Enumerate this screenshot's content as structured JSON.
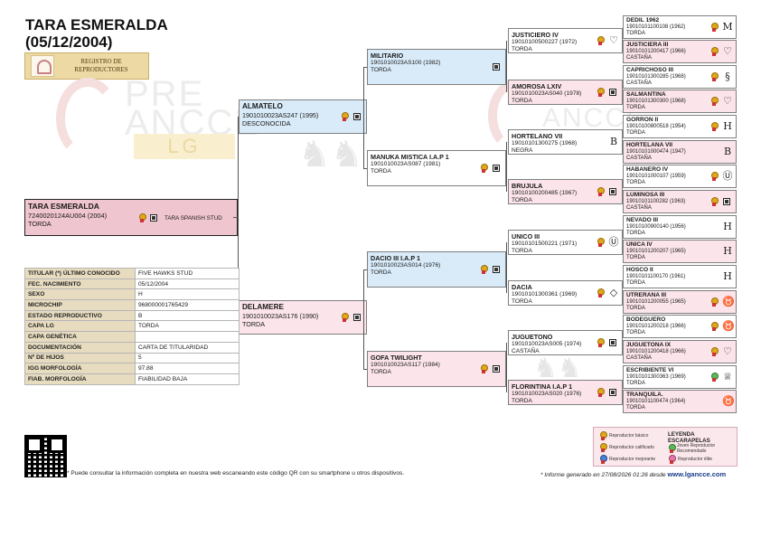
{
  "header": {
    "title": "TARA ESMERALDA",
    "date": "(05/12/2004)",
    "logo_caption": "REGISTRO DE REPRODUCTORES"
  },
  "watermark": {
    "line1": "PRE",
    "line2": "ANCCE",
    "line3": "LG"
  },
  "subject": {
    "name": "TARA ESMERALDA",
    "reg": "7240020124AU004 (2004)",
    "sex": "TORDA",
    "breeder": "TARA SPANISH STUD"
  },
  "gen1": [
    {
      "name": "ALMATELO",
      "reg": "1901010023AS247 (1995)",
      "color": "DESCONOCIDA"
    },
    {
      "name": "DELAMERE",
      "reg": "1901010023AS176 (1990)",
      "color": "TORDA"
    }
  ],
  "gen2": [
    {
      "name": "MILITARIO",
      "reg": "1901010023AS100 (1982)",
      "color": "TORDA"
    },
    {
      "name": "MANUKA MISTICA I.A.P 1",
      "reg": "1901010023AS087 (1981)",
      "color": "TORDA"
    },
    {
      "name": "DACIO III I.A.P 1",
      "reg": "1901010023AS014 (1976)",
      "color": "TORDA"
    },
    {
      "name": "GOFA TWILIGHT",
      "reg": "1901010023AS117 (1984)",
      "color": "TORDA"
    }
  ],
  "gen3": [
    {
      "name": "JUSTICIERO IV",
      "reg": "19010100500227 (1972)",
      "color": "TORDA"
    },
    {
      "name": "AMOROSA LXIV",
      "reg": "1901010023AS040 (1978)",
      "color": "TORDA"
    },
    {
      "name": "HORTELANO VII",
      "reg": "19010101300275 (1968)",
      "color": "NEGRA"
    },
    {
      "name": "BRUJULA",
      "reg": "19010100200485 (1967)",
      "color": "TORDA"
    },
    {
      "name": "UNICO III",
      "reg": "19010101500221 (1971)",
      "color": "TORDA"
    },
    {
      "name": "DACIA",
      "reg": "19010101300361 (1969)",
      "color": "TORDA"
    },
    {
      "name": "JUGUETONO",
      "reg": "1901010023AS005 (1974)",
      "color": "CASTAÑA"
    },
    {
      "name": "FLORINTINA I.A.P 1",
      "reg": "1901010023AS020 (1976)",
      "color": "TORDA"
    }
  ],
  "gen4": [
    {
      "name": "DEDIL 1962",
      "reg": "19010101100108 (1962)",
      "color": "TORDA"
    },
    {
      "name": "JUSTICIERA III",
      "reg": "19010101200417 (1966)",
      "color": "CASTAÑA"
    },
    {
      "name": "CAPRICHOSO III",
      "reg": "19010101300285 (1968)",
      "color": "CASTAÑA"
    },
    {
      "name": "SALMANTINA",
      "reg": "19010101300300 (1968)",
      "color": "TORDA"
    },
    {
      "name": "GORRON II",
      "reg": "19010100800518 (1954)",
      "color": "TORDA"
    },
    {
      "name": "HORTELANA VII",
      "reg": "19010101000474 (1947)",
      "color": "CASTAÑA"
    },
    {
      "name": "HABANERO IV",
      "reg": "19010101000107 (1959)",
      "color": "TORDA"
    },
    {
      "name": "LUMINOSA III",
      "reg": "19010101100282 (1963)",
      "color": "CASTAÑA"
    },
    {
      "name": "NEVADO III",
      "reg": "19010100900140 (1956)",
      "color": "TORDA"
    },
    {
      "name": "UNICA IV",
      "reg": "19010101200207 (1965)",
      "color": "TORDA"
    },
    {
      "name": "HOSCO II",
      "reg": "19010101100170 (1961)",
      "color": "TORDA"
    },
    {
      "name": "UTRERANA III",
      "reg": "19010101200055 (1965)",
      "color": "TORDA"
    },
    {
      "name": "BODEGUERO",
      "reg": "19010101200218 (1966)",
      "color": "TORDA"
    },
    {
      "name": "JUGUETONA IX",
      "reg": "19010101200418 (1966)",
      "color": "CASTAÑA"
    },
    {
      "name": "ESCRIBIENTE VI",
      "reg": "19010101300363 (1969)",
      "color": "TORDA"
    },
    {
      "name": "TRANQUILA.",
      "reg": "19010101100474 (1964)",
      "color": "TORDA"
    }
  ],
  "info": [
    {
      "key": "TITULAR (*) ÚLTIMO CONOCIDO",
      "value": "FIVE HAWKS STUD"
    },
    {
      "key": "FEC. NACIMIENTO",
      "value": "05/12/2004"
    },
    {
      "key": "SEXO",
      "value": "H"
    },
    {
      "key": "MICROCHIP",
      "value": "968000001765429"
    },
    {
      "key": "ESTADO REPRODUCTIVO",
      "value": "B"
    },
    {
      "key": "CAPA LG",
      "value": "TORDA"
    },
    {
      "key": "CAPA GENÉTICA",
      "value": ""
    },
    {
      "key": "DOCUMENTACIÓN",
      "value": "CARTA DE TITULARIDAD"
    },
    {
      "key": "Nº DE HIJOS",
      "value": "5"
    },
    {
      "key": "IGG MORFOLOGÍA",
      "value": "97.88"
    },
    {
      "key": "FIAB. MORFOLOGÍA",
      "value": "FIABILIDAD BAJA"
    }
  ],
  "footer": {
    "qr_note": "* Puede consultar la información completa en nuestra web escaneando este código QR con su smartphone u otros dispositivos.",
    "generated": "* Informe generado en 27/08/2026 01:26 desde",
    "url": "www.lgancce.com"
  },
  "legend": {
    "title": "LEYENDA ESCARAPELAS",
    "items": [
      "Reproductor básico",
      "Reproductor calificado",
      "Joven Reproductor Recomendado",
      "Reproductor mejorante",
      "Reproductor élite"
    ]
  }
}
